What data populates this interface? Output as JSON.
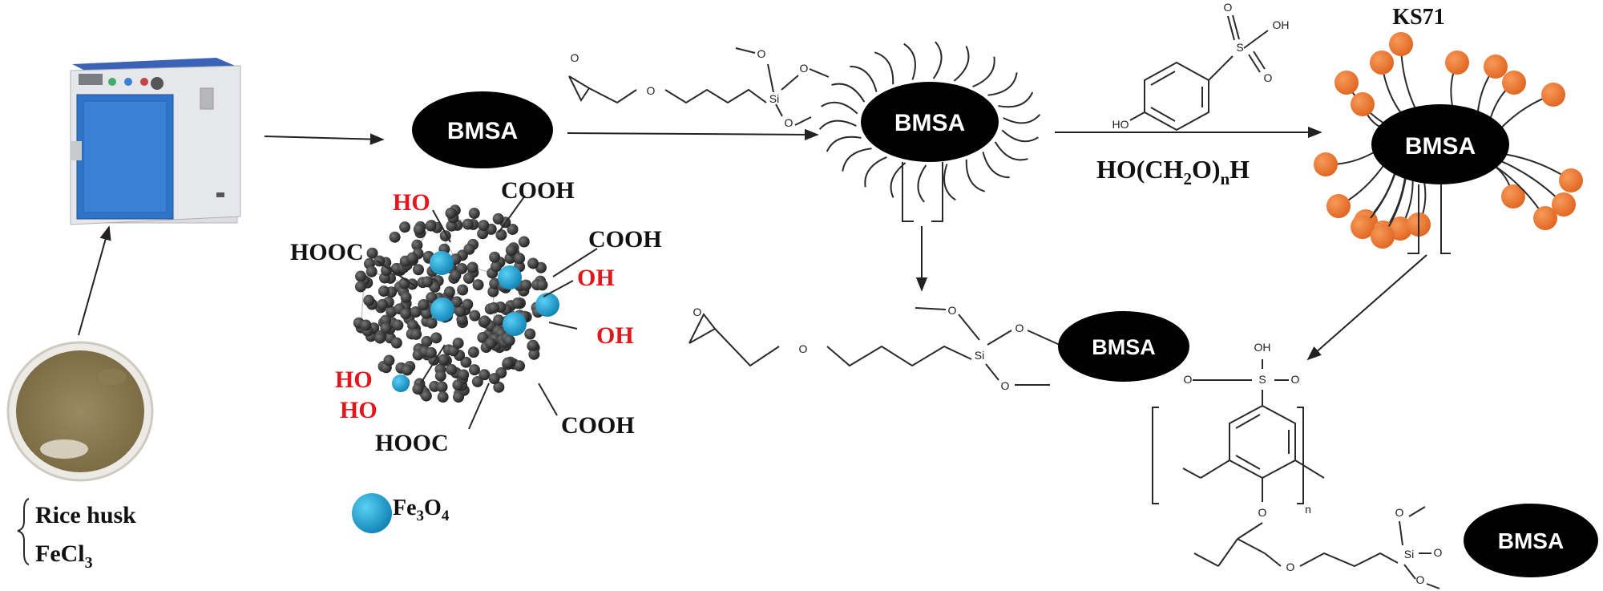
{
  "labels": {
    "bmsa": "BMSA",
    "ks71": "KS71",
    "rice_husk": "Rice husk",
    "fecl3_main": "FeCl",
    "fecl3_sub": "3",
    "fe3o4_a": "Fe",
    "fe3o4_b": "3",
    "fe3o4_c": "O",
    "fe3o4_d": "4",
    "formaldehyde_a": "HO(CH",
    "formaldehyde_b": "2",
    "formaldehyde_c": "O)",
    "formaldehyde_d": "n",
    "formaldehyde_e": "H"
  },
  "groups": {
    "ho": "HO",
    "oh": "OH",
    "cooh": "COOH",
    "hooc": "HOOC"
  },
  "atoms": {
    "o": "O",
    "si": "Si",
    "s": "S",
    "oh": "OH",
    "ho": "HO",
    "n": "n"
  },
  "colors": {
    "ellipse": "#000000",
    "orange": "#f07a30",
    "fe3o4_blue": "#1ca3d8",
    "carbon_gray": "#3a3a3a",
    "red_label": "#e4161b",
    "oven_blue": "#2c6fbf"
  }
}
